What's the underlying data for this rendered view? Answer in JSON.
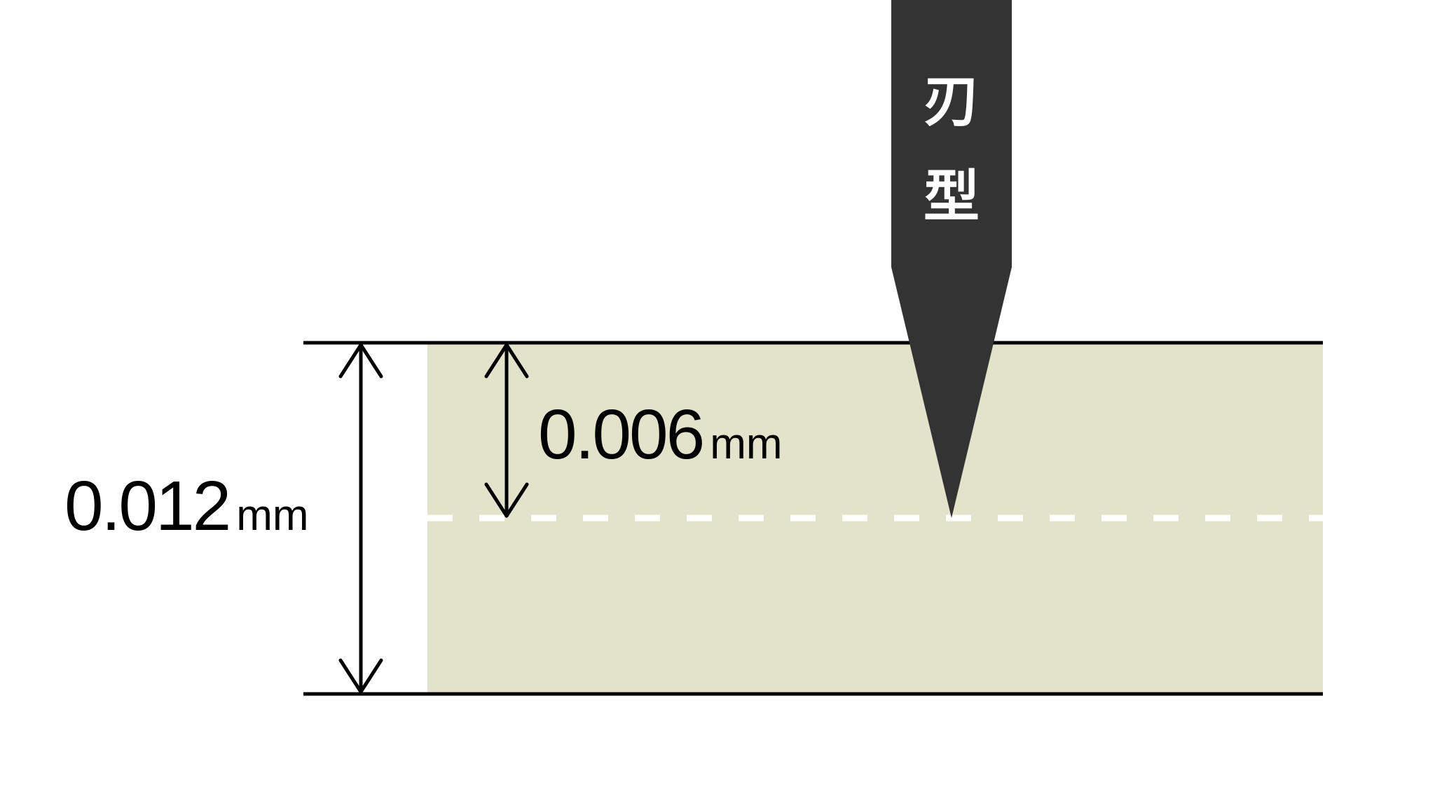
{
  "diagram": {
    "blade": {
      "label_line1": "刃",
      "label_line2": "型",
      "color": "#333333"
    },
    "material": {
      "fill_color": "#e3e3cb",
      "line_color": "#000000",
      "midline_color": "#ffffff"
    },
    "dimensions": {
      "total": {
        "value": "0.012",
        "unit": "mm"
      },
      "cut_depth": {
        "value": "0.006",
        "unit": "mm"
      }
    }
  }
}
